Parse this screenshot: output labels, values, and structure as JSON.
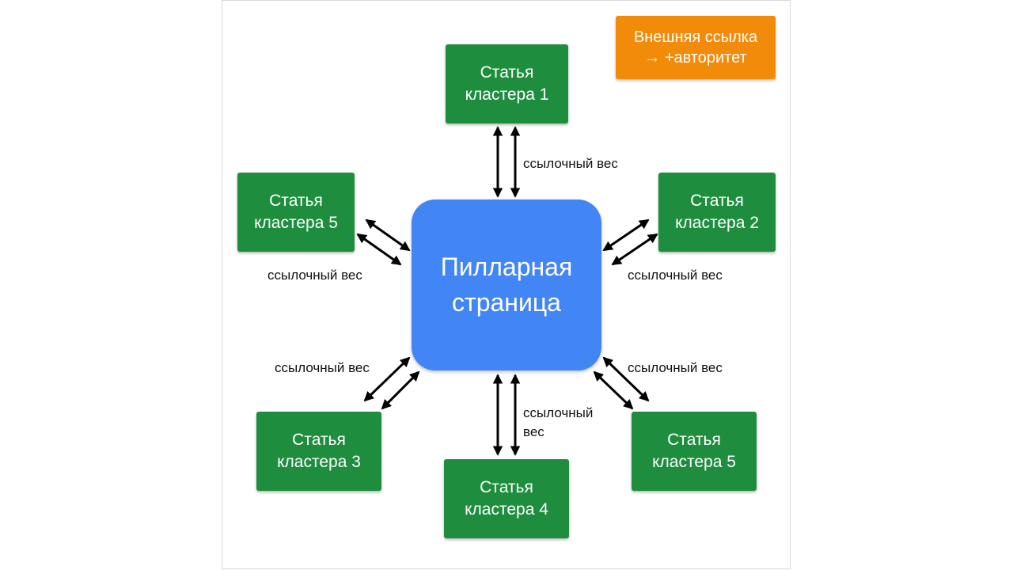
{
  "external_link": {
    "line1": "Внешняя ссылка",
    "line2": "→ +авторитет"
  },
  "pillar": {
    "line1": "Пилларная",
    "line2": "страница"
  },
  "clusters": {
    "c1": {
      "line1": "Статья",
      "line2": "кластера 1"
    },
    "c2": {
      "line1": "Статья",
      "line2": "кластера 2"
    },
    "c3": {
      "line1": "Статья",
      "line2": "кластера 3"
    },
    "c4": {
      "line1": "Статья",
      "line2": "кластера 4"
    },
    "c5_left": {
      "line1": "Статья",
      "line2": "кластера 5"
    },
    "c5_right": {
      "line1": "Статья",
      "line2": "кластера 5"
    }
  },
  "edge_labels": {
    "top": "ссылочный вес",
    "left_upper": "ссылочный вес",
    "right_upper": "ссылочный вес",
    "left_lower": "ссылочный вес",
    "right_lower": "ссылочный вес",
    "bottom_line1": "ссылочный",
    "bottom_line2": "вес"
  },
  "colors": {
    "cluster": "#1e8e3e",
    "pillar": "#4285f4",
    "external": "#f28b0a",
    "arrow": "#000000"
  }
}
